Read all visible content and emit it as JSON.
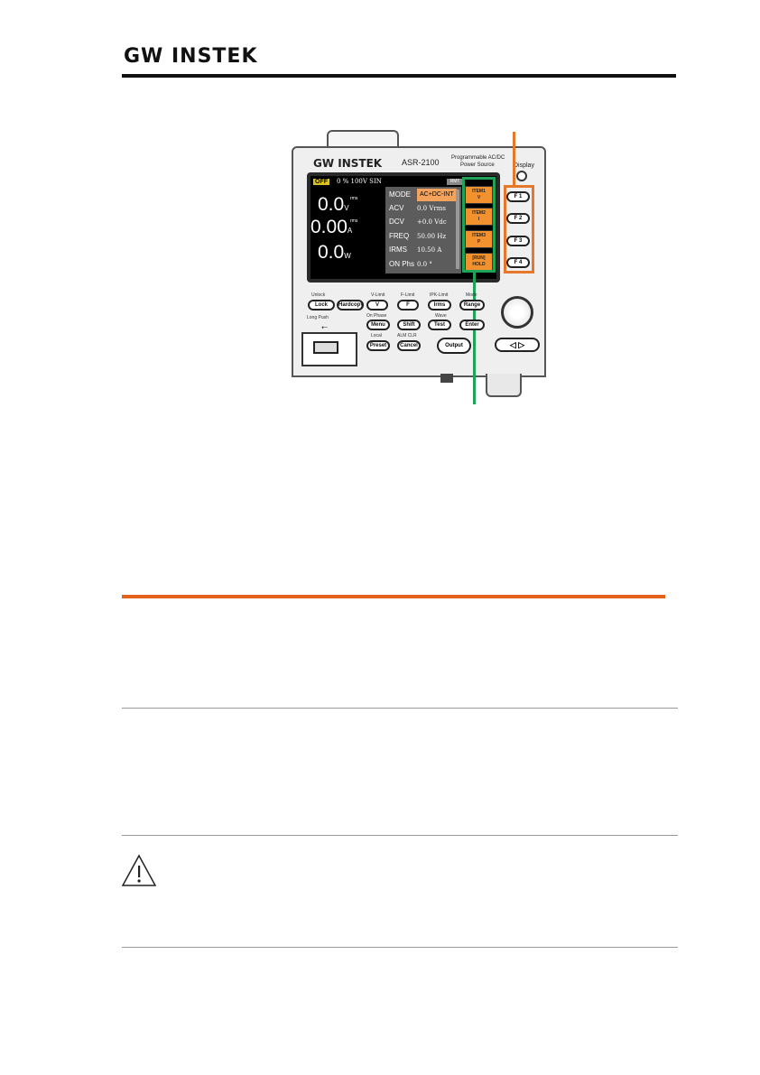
{
  "header": {
    "logo_text": "GW INSTEK"
  },
  "device": {
    "brand": "GW INSTEK",
    "model": "ASR-2100",
    "description_line1": "Programmable AC/DC",
    "description_line2": "Power Source",
    "display_label": "Display",
    "status": {
      "output_state": "OFF",
      "status_text": "0 %  100V  SIN",
      "remote_badge": "RMT"
    },
    "measurements": [
      {
        "value": "0.0",
        "unit": "V",
        "tag": "rms"
      },
      {
        "value": "0.00",
        "unit": "A",
        "tag": "rms"
      },
      {
        "value": "0.0",
        "unit": "W",
        "tag": ""
      }
    ],
    "parameters": [
      {
        "key": "MODE",
        "value": "AC+DC-INT",
        "selected": true
      },
      {
        "key": "ACV",
        "value": "0.0 Vrms"
      },
      {
        "key": "DCV",
        "value": "+0.0 Vdc"
      },
      {
        "key": "FREQ",
        "value": "50.00 Hz"
      },
      {
        "key": "IRMS",
        "value": "10.50 A"
      },
      {
        "key": "ON Phs",
        "value": "0.0 °"
      }
    ],
    "item_buttons": [
      {
        "line1": "ITEM1",
        "line2": "V"
      },
      {
        "line1": "ITEM2",
        "line2": "I"
      },
      {
        "line1": "ITEM3",
        "line2": "P"
      },
      {
        "line1": "[RUN]",
        "line2": "HOLD"
      }
    ],
    "function_keys": [
      "F 1",
      "F 2",
      "F 3",
      "F 4"
    ],
    "buttons": {
      "lock": {
        "label": "Lock",
        "caption": "Unlock"
      },
      "hardcopy": {
        "label": "Hardcopy",
        "caption": ""
      },
      "v": {
        "label": "V",
        "caption": "V-Limit"
      },
      "f": {
        "label": "F",
        "caption": "F-Limit"
      },
      "irms": {
        "label": "Irms",
        "caption": "IPK-Limit"
      },
      "range": {
        "label": "Range",
        "caption": "Mode"
      },
      "menu": {
        "label": "Menu",
        "caption": "On Phase"
      },
      "shift": {
        "label": "Shift",
        "caption": ""
      },
      "test": {
        "label": "Test",
        "caption": "Wave"
      },
      "enter": {
        "label": "Enter",
        "caption": ""
      },
      "preset": {
        "label": "Preset",
        "caption": "Local"
      },
      "cancel": {
        "label": "Cancel",
        "caption": "ALM CLR"
      },
      "output": {
        "label": "Output"
      }
    },
    "usb_caption": "Long Push",
    "usb_symbol": "⭠",
    "arrows": "◁ ▷"
  }
}
